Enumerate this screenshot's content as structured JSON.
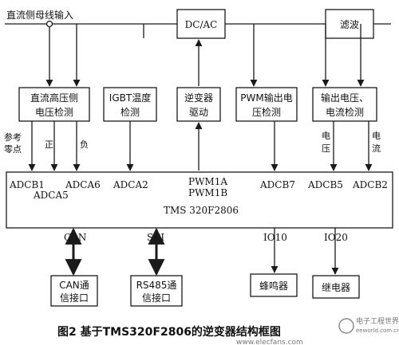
{
  "input_label": "直流侧母线输入",
  "blocks": {
    "dcac": "DC/AC",
    "filter": "滤波",
    "dc_hv_1": "直流高压侧",
    "dc_hv_2": "电压检测",
    "igbt_1": "IGBT温度",
    "igbt_2": "检测",
    "inv_1": "逆变器",
    "inv_2": "驱动",
    "pwmv_1": "PWM输出电",
    "pwmv_2": "压检测",
    "out_1": "输出电压、",
    "out_2": "电流检测",
    "mcu": "TMS 320F2806",
    "can_1": "CAN通",
    "can_2": "信接口",
    "rs_1": "RS485通",
    "rs_2": "信接口",
    "buzzer": "蜂鸣器",
    "relay": "继电器"
  },
  "signal_labels": {
    "ref_1": "参考",
    "ref_2": "零点",
    "pos": "正",
    "neg": "负",
    "volt_1": "电",
    "volt_2": "压",
    "curr_1": "电",
    "curr_2": "流"
  },
  "pins": {
    "adcb1": "ADCB1",
    "adca5": "ADCA5",
    "adca6": "ADCA6",
    "adca2": "ADCA2",
    "pwm1a": "PWM1A",
    "pwm1b": "PWM1B",
    "adcb7": "ADCB7",
    "adcb5": "ADCB5",
    "adcb2": "ADCB2",
    "can": "CAN",
    "sci": "SCI",
    "io10": "IO10",
    "io20": "IO20"
  },
  "caption": "图2   基于TMS320F2806的逆变器结构框图",
  "watermark_1": "电子工程世界",
  "watermark_2": "eeworld.com.cn",
  "watermark_url": "www.elecfans.com"
}
